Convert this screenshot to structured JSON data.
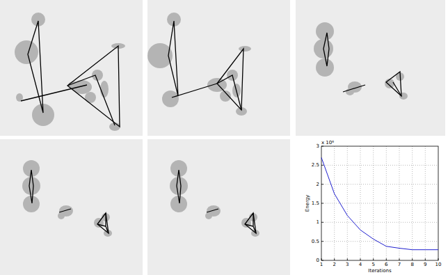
{
  "diagram": {
    "labels": [
      "0",
      "0.5",
      "1",
      "1.5",
      "2",
      "2.5",
      "3",
      "x 10⁶",
      "1",
      "2",
      "3",
      "4",
      "5",
      "6",
      "7",
      "8",
      "9",
      "10",
      "Iterations",
      "Energy"
    ]
  }
}
